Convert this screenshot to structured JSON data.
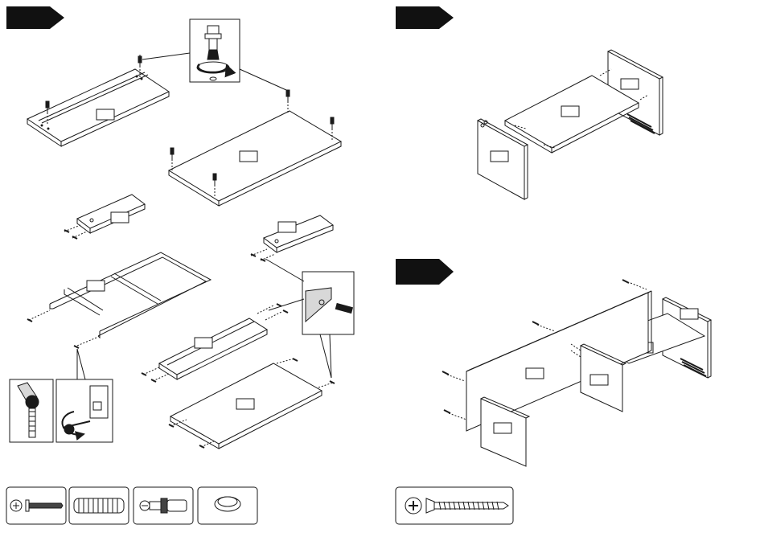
{
  "steps": [
    {
      "id": "step-1",
      "number": ""
    },
    {
      "id": "step-2",
      "number": ""
    },
    {
      "id": "step-3",
      "number": ""
    }
  ],
  "hardware_legend": {
    "left_group": [
      "screw-icon",
      "dowel-icon",
      "cam-bolt-icon",
      "cap-icon"
    ],
    "right_group": [
      "long-screw-icon"
    ]
  },
  "panel_labels": [
    "",
    "",
    "",
    "",
    "",
    "",
    "",
    "",
    "",
    "",
    "",
    "",
    "",
    "",
    ""
  ],
  "colors": {
    "ink": "#1a1a1a",
    "badge": "#111111",
    "paper": "#ffffff",
    "shade": "#d8d8d8"
  }
}
